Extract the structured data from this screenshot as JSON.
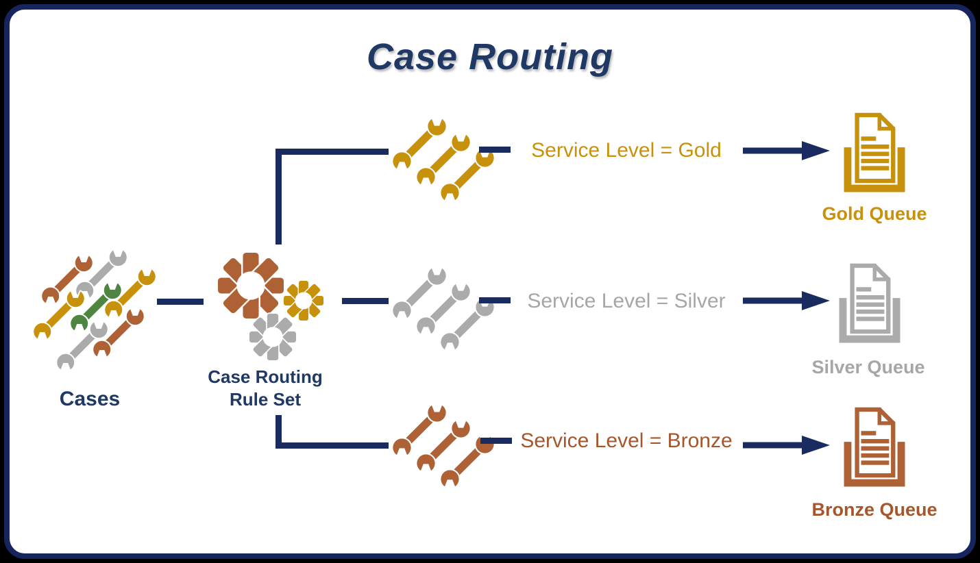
{
  "title": "Case Routing",
  "cases": {
    "label": "Cases",
    "icon": "wrench-cluster-icon",
    "wrench_colors": [
      "#ABABAB",
      "#AE6134",
      "#C8910B",
      "#4E8542",
      "#C8910B",
      "#AE6134",
      "#ABABAB"
    ]
  },
  "rule_set": {
    "label_line1": "Case Routing",
    "label_line2": "Rule Set",
    "icon": "gears-icon",
    "gear_colors": {
      "large": "#AE6134",
      "small": "#C8910B",
      "medium": "#ABABAB"
    }
  },
  "branches": [
    {
      "name": "gold",
      "condition": "Service Level = Gold",
      "queue_label": "Gold Queue",
      "icon": "wrench-triplet-icon",
      "queue_icon": "document-tray-icon",
      "icon_color": "#C8910B",
      "text_color": "#C8910B"
    },
    {
      "name": "silver",
      "condition": "Service Level = Silver",
      "queue_label": "Silver Queue",
      "icon": "wrench-triplet-icon",
      "queue_icon": "document-tray-icon",
      "icon_color": "#ABABAB",
      "text_color": "#A6A6A6"
    },
    {
      "name": "bronze",
      "condition": "Service Level = Bronze",
      "queue_label": "Bronze Queue",
      "icon": "wrench-triplet-icon",
      "queue_icon": "document-tray-icon",
      "icon_color": "#AE6134",
      "text_color": "#A5562B"
    }
  ],
  "colors": {
    "background": "#FFFFFF",
    "outer_background": "#000000",
    "border_navy": "#16265C",
    "line_navy": "#1A2C5F",
    "title_navy": "#1F3864",
    "gold": "#C8910B",
    "silver": "#ABABAB",
    "bronze": "#AE6134",
    "green": "#4E8542"
  }
}
